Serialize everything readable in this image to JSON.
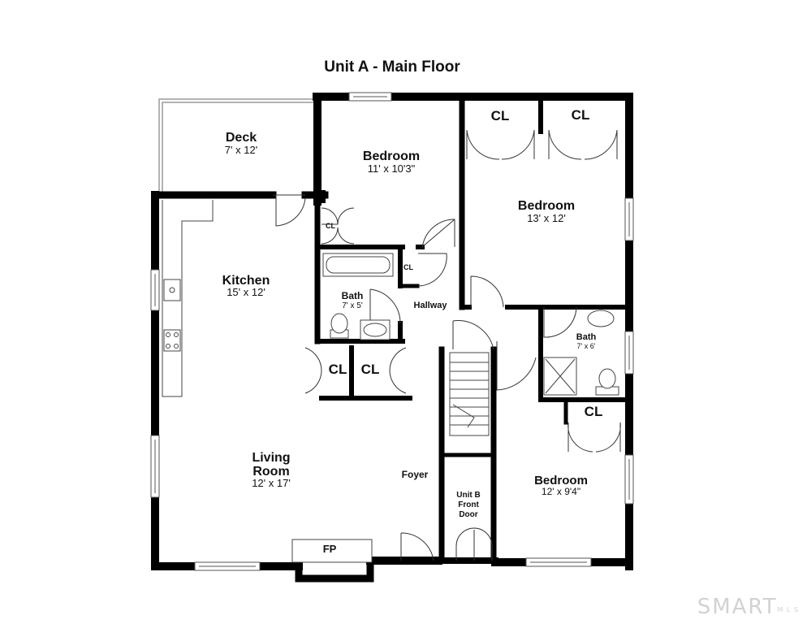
{
  "title": "Unit A - Main Floor",
  "rooms": {
    "deck": {
      "name": "Deck",
      "dims": "7' x 12'"
    },
    "kitchen": {
      "name": "Kitchen",
      "dims": "15' x 12'"
    },
    "bedroom1": {
      "name": "Bedroom",
      "dims": "11' x 10'3\""
    },
    "bedroom2": {
      "name": "Bedroom",
      "dims": "13' x 12'"
    },
    "bath1": {
      "name": "Bath",
      "dims": "7' x 5'"
    },
    "bath2": {
      "name": "Bath",
      "dims": "7' x 6'"
    },
    "living": {
      "name_line1": "Living",
      "name_line2": "Room",
      "dims": "12' x 17'"
    },
    "bedroom3": {
      "name": "Bedroom",
      "dims": "12' x 9'4\""
    }
  },
  "labels": {
    "hallway": "Hallway",
    "foyer": "Foyer",
    "fireplace": "FP",
    "unit_b_line1": "Unit B",
    "unit_b_line2": "Front",
    "unit_b_line3": "Door",
    "closet": "CL"
  },
  "watermark": {
    "brand": "SMART",
    "suffix": "M L S"
  }
}
